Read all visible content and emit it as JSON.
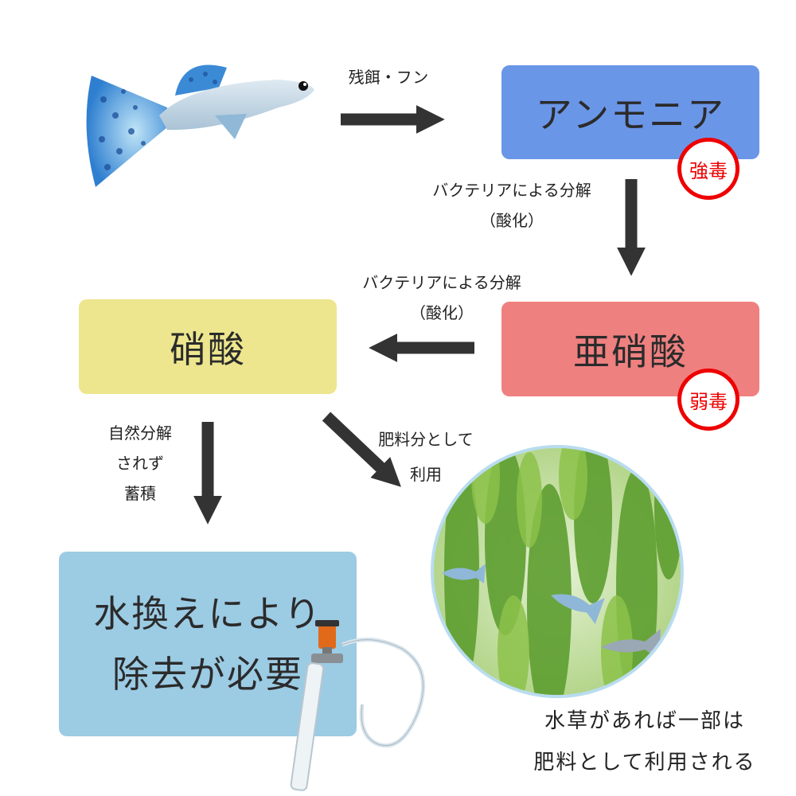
{
  "nodes": {
    "ammonia": {
      "label": "アンモニア",
      "badge": "強毒"
    },
    "nitrite": {
      "label": "亜硝酸",
      "badge": "弱毒"
    },
    "nitrate": {
      "label": "硝酸"
    },
    "water_change": {
      "line1": "水換えにより",
      "line2": "除去が必要"
    }
  },
  "edges": {
    "fish_to_ammonia": {
      "label": "残餌・フン"
    },
    "ammonia_to_nitrite": {
      "line1": "バクテリアによる分解",
      "line2": "（酸化）"
    },
    "nitrite_to_nitrate": {
      "line1": "バクテリアによる分解",
      "line2": "（酸化）"
    },
    "nitrate_to_water": {
      "line1": "自然分解",
      "line2": "されず",
      "line3": "蓄積"
    },
    "nitrate_to_plants": {
      "line1": "肥料分として",
      "line2": "利用"
    }
  },
  "plants_caption": {
    "line1": "水草があれば一部は",
    "line2": "肥料として利用される"
  },
  "colors": {
    "ammonia": "#6a96e8",
    "nitrite": "#ef8080",
    "nitrate": "#ede68e",
    "water_change": "#9ccbe4",
    "badge": "#e00000",
    "arrow": "#333333"
  },
  "icons": {
    "fish": "guppy-icon",
    "plants": "aquatic-plants-icon",
    "siphon": "gravel-cleaner-icon"
  }
}
